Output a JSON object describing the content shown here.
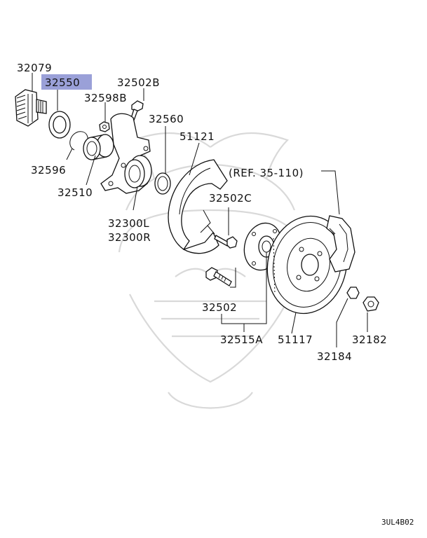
{
  "diagram": {
    "highlight_color": "#9aa0d8",
    "highlighted_part": "32550",
    "labels": {
      "p32079": "32079",
      "p32550": "32550",
      "p32502B": "32502B",
      "p32598B": "32598B",
      "p32560": "32560",
      "p51121": "51121",
      "p32596": "32596",
      "p32510": "32510",
      "p32300L": "32300L",
      "p32300R": "32300R",
      "ref": "(REF. 35-110)",
      "p32502C": "32502C",
      "p32502": "32502",
      "p32515A": "32515A",
      "p51117": "51117",
      "p32184": "32184",
      "p32182": "32182"
    },
    "footer_code": "3UL4B02"
  }
}
